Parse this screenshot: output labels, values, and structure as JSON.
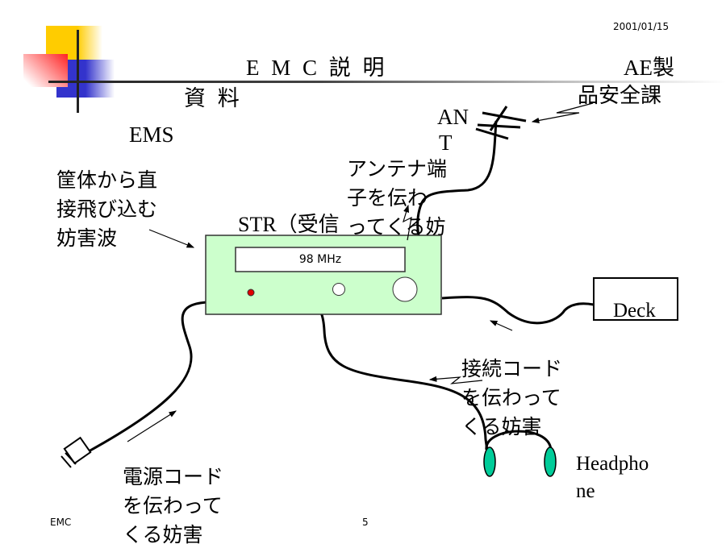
{
  "header": {
    "date": "2001/01/15",
    "title": "E M C 説 明",
    "subtitle": "資 料",
    "org_line1": "AE製",
    "org_line2": "品安全課"
  },
  "labels": {
    "ems": "EMS",
    "ant_line1": "AN",
    "ant_line2": "T",
    "antenna_path": [
      "アンテナ端",
      "子を伝わ",
      "ってくる妨"
    ],
    "housing": [
      "筐体から直",
      "接飛び込む",
      "妨害波"
    ],
    "str": "STR（受信",
    "frequency": "98 MHz",
    "deck": "Deck",
    "connection_cord": [
      "接続コード",
      "を伝わって",
      "くる妨害"
    ],
    "headphone_line1": "Headpho",
    "headphone_line2": "ne",
    "power_cord": [
      "電源コード",
      "を伝わって",
      "くる妨害"
    ]
  },
  "footer": {
    "left": "EMC",
    "page": "5"
  },
  "colors": {
    "receiver_fill": "#ccffcc",
    "headphone": "#00cc99",
    "jack": "#e00000",
    "yellow": "#ffcc00",
    "blue": "#3333cc",
    "red": "#ff3333"
  }
}
